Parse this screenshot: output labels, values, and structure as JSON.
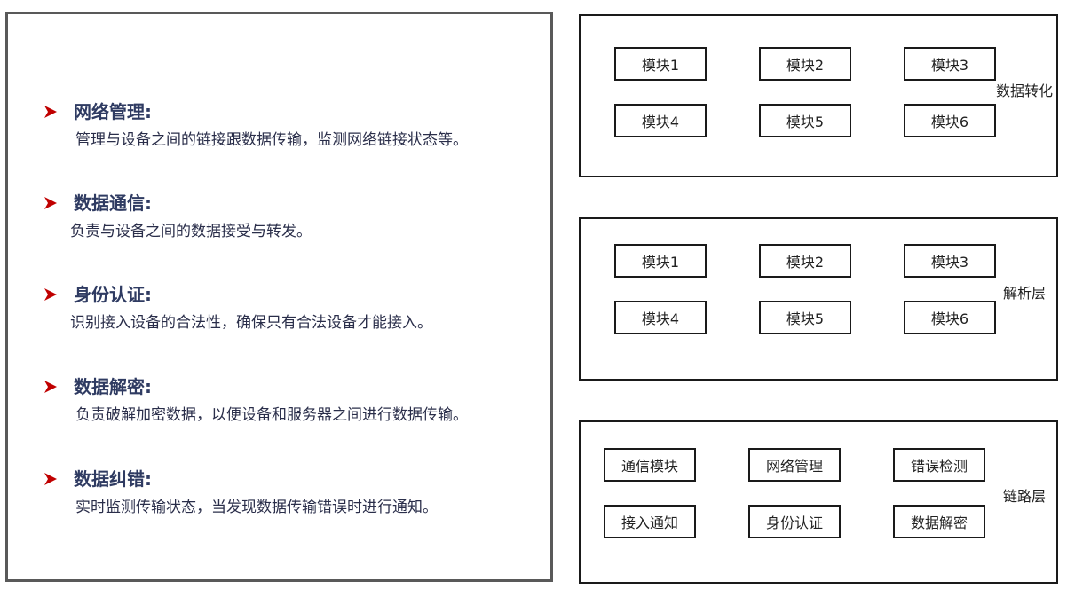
{
  "features": [
    {
      "title": "网络管理:",
      "desc": "管理与设备之间的链接跟数据传输，监测网络链接状态等。"
    },
    {
      "title": "数据通信:",
      "desc": "负责与设备之间的数据接受与转发。"
    },
    {
      "title": "身份认证:",
      "desc": "识别接入设备的合法性，确保只有合法设备才能接入。"
    },
    {
      "title": "数据解密:",
      "desc": "负责破解加密数据，以便设备和服务器之间进行数据传输。"
    },
    {
      "title": "数据纠错:",
      "desc": "实时监测传输状态，当发现数据传输错误时进行通知。"
    }
  ],
  "layers": [
    {
      "label": "数据转化",
      "modules": [
        "模块1",
        "模块2",
        "模块3",
        "模块4",
        "模块5",
        "模块6"
      ]
    },
    {
      "label": "解析层",
      "modules": [
        "模块1",
        "模块2",
        "模块3",
        "模块4",
        "模块5",
        "模块6"
      ]
    },
    {
      "label": "链路层",
      "modules": [
        "通信模块",
        "网络管理",
        "错误检测",
        "接入通知",
        "身份认证",
        "数据解密"
      ]
    }
  ],
  "colors": {
    "arrow": "#c00000",
    "title": "#2f3b62",
    "border": "#1a1a1a"
  }
}
